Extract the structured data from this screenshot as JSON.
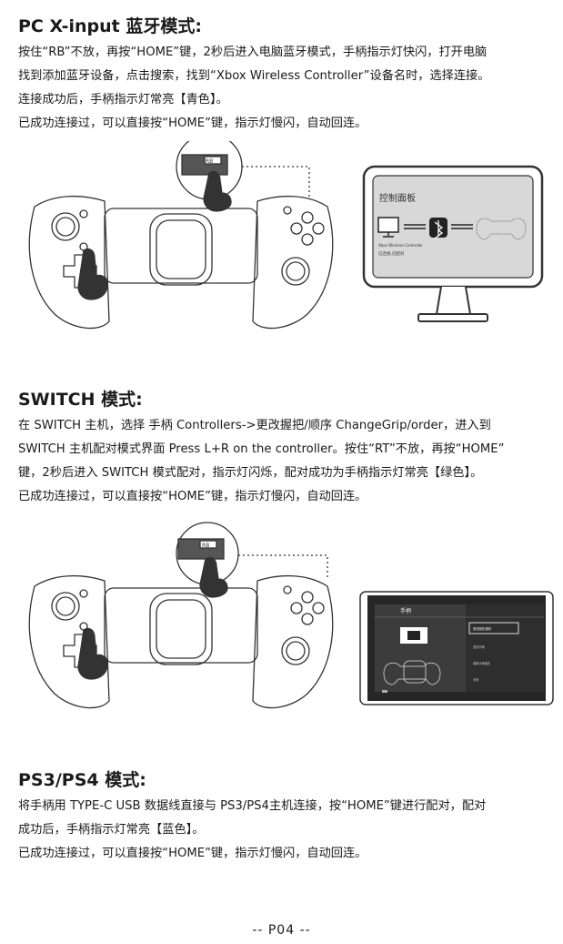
{
  "pc": {
    "title": "PC X-input 蓝牙模式:",
    "lines": [
      "按住“RB”不放，再按“HOME”键，2秒后进入电脑蓝牙模式，手柄指示灯快闪，打开电脑",
      "找到添加蓝牙设备，点击搜索，找到“Xbox Wireless Controller”设备名时，选择连接。",
      "连接成功后，手柄指示灯常亮【青色】。",
      "已成功连接过，可以直接按“HOME”键，指示灯慢闪，自动回连。"
    ],
    "button_label": "RB",
    "screen": {
      "panel_title": "控制面板",
      "device_name": "Xbox Wireless Controller",
      "device_status": "已连接,已配对"
    }
  },
  "switch": {
    "title": "SWITCH 模式:",
    "lines": [
      "在 SWITCH 主机，选择 手柄 Controllers->更改握把/顺序 ChangeGrip/order，进入到",
      "SWITCH 主机配对模式界面 Press L+R on the controller。按住“RT”不放，再按“HOME”",
      "键，2秒后进入 SWITCH 模式配对，指示灯闪烁，配对成功为手柄指示灯常亮【绿色】。",
      "已成功连接过，可以直接按“HOME”键，指示灯慢闪，自动回连。"
    ],
    "button_label": "RB",
    "screen": {
      "menu_title": "手柄",
      "items": [
        "更改握把/顺序",
        "查找手柄",
        "更新手柄固件",
        "关闭"
      ]
    }
  },
  "ps": {
    "title": "PS3/PS4 模式:",
    "lines": [
      "将手柄用 TYPE-C USB 数据线直接与 PS3/PS4主机连接，按“HOME”键进行配对，配对",
      "成功后，手柄指示灯常亮【蓝色】。",
      "已成功连接过，可以直接按“HOME”键，指示灯慢闪，自动回连。"
    ]
  },
  "footer": {
    "page": "-- P04 --"
  },
  "colors": {
    "text": "#1a1a1a",
    "line_art": "#333333",
    "screen_bg": "#d8d8d8",
    "switch_bg": "#3a3a3a"
  }
}
